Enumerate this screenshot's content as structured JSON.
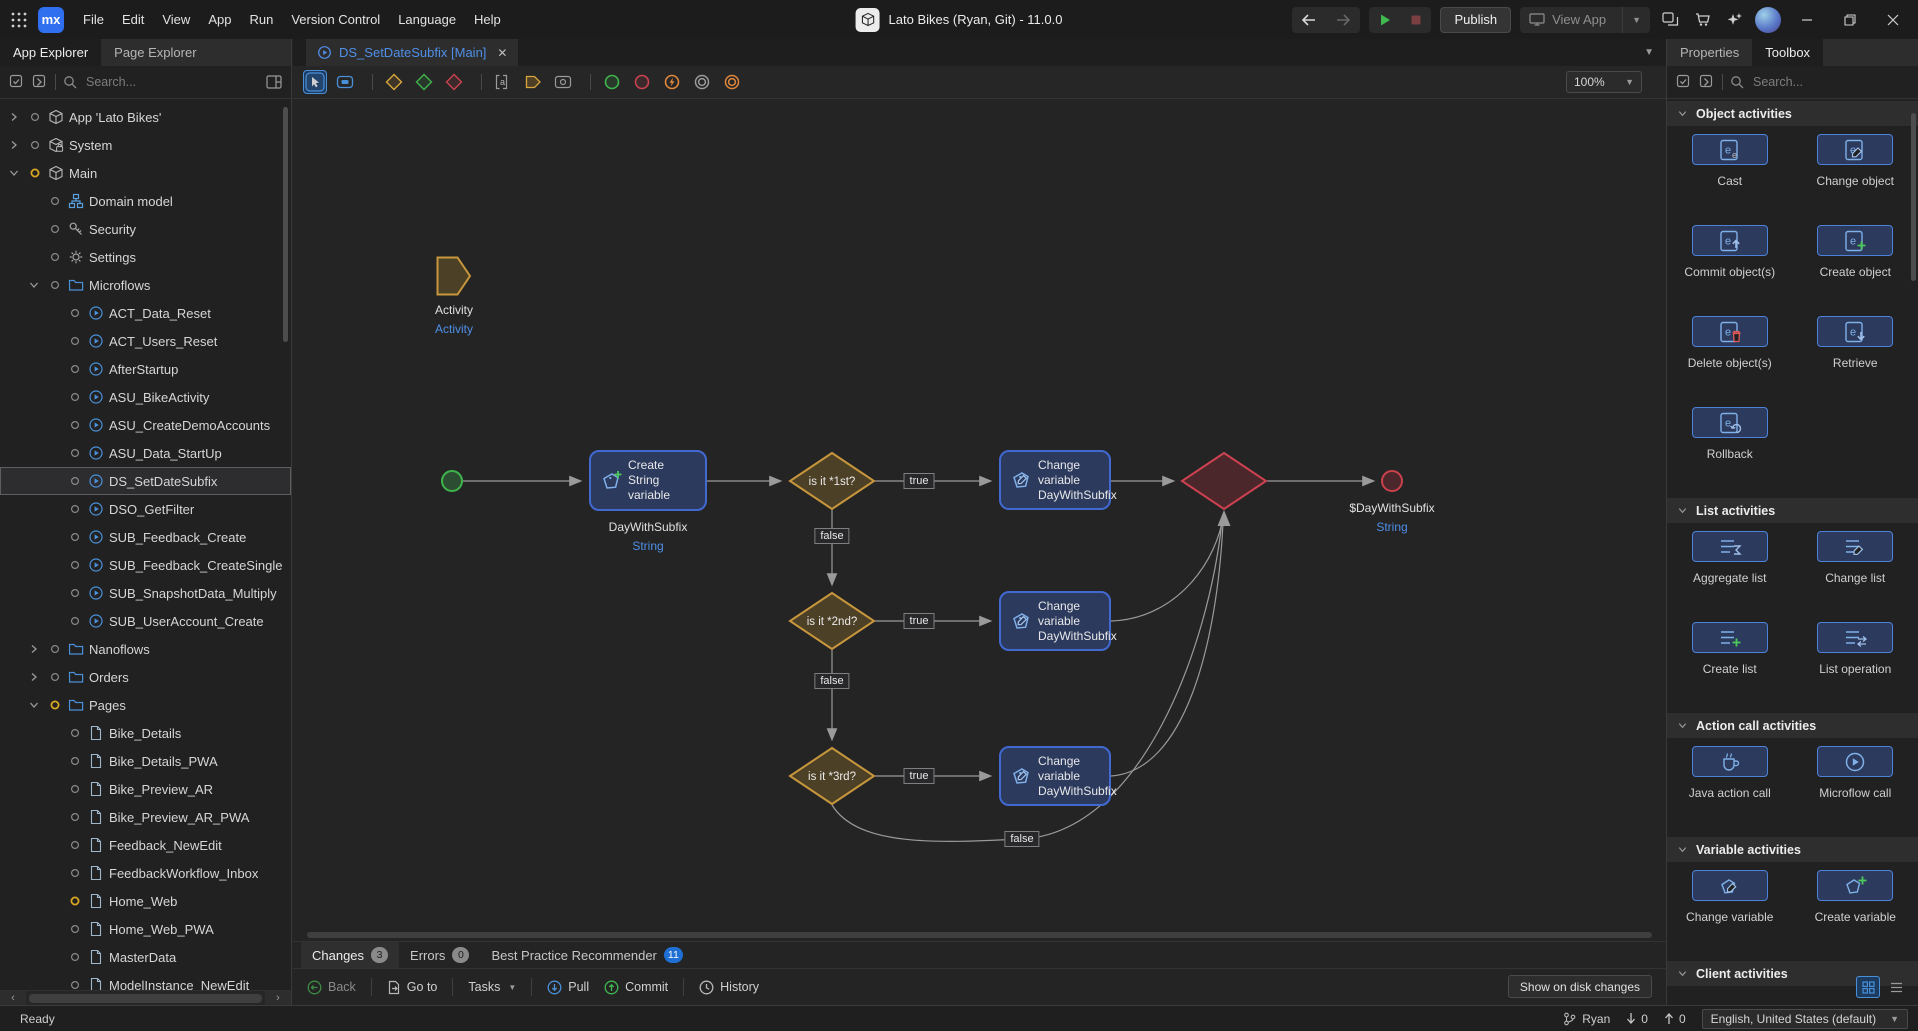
{
  "titlebar": {
    "menus": [
      "File",
      "Edit",
      "View",
      "App",
      "Run",
      "Version Control",
      "Language",
      "Help"
    ],
    "app_title": "Lato Bikes (Ryan, Git)  -  11.0.0",
    "publish_label": "Publish",
    "view_app_label": "View App"
  },
  "explorer": {
    "tabs": [
      {
        "label": "App Explorer",
        "active": true
      },
      {
        "label": "Page Explorer",
        "active": false
      }
    ],
    "search_placeholder": "Search...",
    "tree": [
      {
        "label": "App 'Lato Bikes'",
        "level": 0,
        "chevron": "collapsed",
        "icon": "app",
        "dot": "normal"
      },
      {
        "label": "System",
        "level": 0,
        "chevron": "collapsed",
        "icon": "system",
        "dot": "normal"
      },
      {
        "label": "Main",
        "level": 0,
        "chevron": "expanded",
        "icon": "module",
        "dot": "modified"
      },
      {
        "label": "Domain model",
        "level": 1,
        "icon": "domain",
        "dot": "normal"
      },
      {
        "label": "Security",
        "level": 1,
        "icon": "security",
        "dot": "normal"
      },
      {
        "label": "Settings",
        "level": 1,
        "icon": "settings",
        "dot": "normal"
      },
      {
        "label": "Microflows",
        "level": 1,
        "chevron": "expanded",
        "icon": "folder",
        "dot": "normal"
      },
      {
        "label": "ACT_Data_Reset",
        "level": 2,
        "icon": "microflow",
        "dot": "normal"
      },
      {
        "label": "ACT_Users_Reset",
        "level": 2,
        "icon": "microflow",
        "dot": "normal"
      },
      {
        "label": "AfterStartup",
        "level": 2,
        "icon": "microflow",
        "dot": "normal"
      },
      {
        "label": "ASU_BikeActivity",
        "level": 2,
        "icon": "microflow",
        "dot": "normal"
      },
      {
        "label": "ASU_CreateDemoAccounts",
        "level": 2,
        "icon": "microflow",
        "dot": "normal"
      },
      {
        "label": "ASU_Data_StartUp",
        "level": 2,
        "icon": "microflow",
        "dot": "normal"
      },
      {
        "label": "DS_SetDateSubfix",
        "level": 2,
        "icon": "microflow",
        "dot": "normal",
        "selected": true
      },
      {
        "label": "DSO_GetFilter",
        "level": 2,
        "icon": "microflow",
        "dot": "normal"
      },
      {
        "label": "SUB_Feedback_Create",
        "level": 2,
        "icon": "microflow",
        "dot": "normal"
      },
      {
        "label": "SUB_Feedback_CreateSingle",
        "level": 2,
        "icon": "microflow",
        "dot": "normal"
      },
      {
        "label": "SUB_SnapshotData_Multiply",
        "level": 2,
        "icon": "microflow",
        "dot": "normal"
      },
      {
        "label": "SUB_UserAccount_Create",
        "level": 2,
        "icon": "microflow",
        "dot": "normal"
      },
      {
        "label": "Nanoflows",
        "level": 1,
        "chevron": "collapsed",
        "icon": "folder",
        "dot": "normal"
      },
      {
        "label": "Orders",
        "level": 1,
        "chevron": "collapsed",
        "icon": "folder",
        "dot": "normal"
      },
      {
        "label": "Pages",
        "level": 1,
        "chevron": "expanded",
        "icon": "folder",
        "dot": "modified"
      },
      {
        "label": "Bike_Details",
        "level": 2,
        "icon": "page",
        "dot": "normal"
      },
      {
        "label": "Bike_Details_PWA",
        "level": 2,
        "icon": "page",
        "dot": "normal"
      },
      {
        "label": "Bike_Preview_AR",
        "level": 2,
        "icon": "page",
        "dot": "normal"
      },
      {
        "label": "Bike_Preview_AR_PWA",
        "level": 2,
        "icon": "page",
        "dot": "normal"
      },
      {
        "label": "Feedback_NewEdit",
        "level": 2,
        "icon": "page",
        "dot": "normal"
      },
      {
        "label": "FeedbackWorkflow_Inbox",
        "level": 2,
        "icon": "page",
        "dot": "normal"
      },
      {
        "label": "Home_Web",
        "level": 2,
        "icon": "page",
        "dot": "modified"
      },
      {
        "label": "Home_Web_PWA",
        "level": 2,
        "icon": "page",
        "dot": "normal"
      },
      {
        "label": "MasterData",
        "level": 2,
        "icon": "page",
        "dot": "normal"
      },
      {
        "label": "ModelInstance_NewEdit",
        "level": 2,
        "icon": "page",
        "dot": "normal"
      }
    ]
  },
  "document": {
    "tab_label": "DS_SetDateSubfix [Main]",
    "zoom_level": "100%"
  },
  "canvas_toolbar": {
    "icons": [
      {
        "name": "select-tool-icon",
        "type": "select",
        "active": true
      },
      {
        "name": "activity-tool-icon",
        "type": "activity"
      },
      {
        "type": "sep"
      },
      {
        "name": "decision-tool-icon",
        "type": "diamond",
        "color": "#d9a63c"
      },
      {
        "name": "object-type-decision-tool-icon",
        "type": "diamond",
        "color": "#3eb54a"
      },
      {
        "name": "merge-tool-icon",
        "type": "diamond",
        "color": "#cc4250"
      },
      {
        "type": "sep"
      },
      {
        "name": "annotation-tool-icon",
        "type": "annotation"
      },
      {
        "name": "parameter-tool-icon",
        "type": "flag"
      },
      {
        "name": "loop-tool-icon",
        "type": "loop"
      },
      {
        "type": "sep"
      },
      {
        "name": "start-event-tool-icon",
        "type": "circle",
        "color": "#3eb54a"
      },
      {
        "name": "end-event-tool-icon",
        "type": "circle",
        "color": "#cc4250"
      },
      {
        "name": "error-event-tool-icon",
        "type": "circle-bolt",
        "color": "#e0873c"
      },
      {
        "name": "continue-event-tool-icon",
        "type": "double-circle",
        "color": "#9a9a9a"
      },
      {
        "name": "break-event-tool-icon",
        "type": "double-circle",
        "color": "#e0873c"
      }
    ]
  },
  "diagram": {
    "parameter": {
      "name": "Activity",
      "type": "Activity"
    },
    "create_activity": {
      "line1": "Create String",
      "line2": "variable",
      "caption": "DayWithSubfix",
      "caption_type": "String"
    },
    "decisions": [
      {
        "label": "is it *1st?"
      },
      {
        "label": "is it *2nd?"
      },
      {
        "label": "is it *3rd?"
      }
    ],
    "change_activities": [
      {
        "line1": "Change variable",
        "line2": "DayWithSubfix"
      },
      {
        "line1": "Change variable",
        "line2": "DayWithSubfix"
      },
      {
        "line1": "Change variable",
        "line2": "DayWithSubfix"
      }
    ],
    "true_label": "true",
    "false_label": "false",
    "end_event": {
      "caption": "$DayWithSubfix",
      "caption_type": "String"
    }
  },
  "toolbox": {
    "tabs": [
      {
        "label": "Properties",
        "active": false
      },
      {
        "label": "Toolbox",
        "active": true
      }
    ],
    "search_placeholder": "Search...",
    "sections": [
      {
        "title": "Object activities",
        "items": [
          {
            "label": "Cast",
            "icon": "doc-cast"
          },
          {
            "label": "Change object",
            "icon": "doc-edit"
          },
          {
            "label": "Commit object(s)",
            "icon": "doc-up"
          },
          {
            "label": "Create object",
            "icon": "doc-plus"
          },
          {
            "label": "Delete object(s)",
            "icon": "doc-delete"
          },
          {
            "label": "Retrieve",
            "icon": "doc-down"
          },
          {
            "label": "Rollback",
            "icon": "doc-undo"
          }
        ]
      },
      {
        "title": "List activities",
        "items": [
          {
            "label": "Aggregate list",
            "icon": "list-sum"
          },
          {
            "label": "Change list",
            "icon": "list-edit"
          },
          {
            "label": "Create list",
            "icon": "list-plus"
          },
          {
            "label": "List operation",
            "icon": "list-op"
          }
        ]
      },
      {
        "title": "Action call activities",
        "items": [
          {
            "label": "Java action call",
            "icon": "java-cup"
          },
          {
            "label": "Microflow call",
            "icon": "circle-play"
          }
        ]
      },
      {
        "title": "Variable activities",
        "items": [
          {
            "label": "Change variable",
            "icon": "tag-edit"
          },
          {
            "label": "Create variable",
            "icon": "tag-plus"
          }
        ]
      },
      {
        "title": "Client activities",
        "items": []
      }
    ]
  },
  "bottom_panel": {
    "tabs": [
      {
        "label": "Changes",
        "badge": "3",
        "badge_color": "gray",
        "active": true
      },
      {
        "label": "Errors",
        "badge": "0",
        "badge_color": "gray"
      },
      {
        "label": "Best Practice Recommender",
        "badge": "11",
        "badge_color": "blue"
      }
    ],
    "actions": [
      {
        "label": "Back",
        "icon": "back",
        "dim": true
      },
      {
        "sep": true
      },
      {
        "label": "Go to",
        "icon": "goto"
      },
      {
        "sep": true
      },
      {
        "label": "Tasks",
        "icon": "none",
        "caret": true
      },
      {
        "sep": true
      },
      {
        "label": "Pull",
        "icon": "pull"
      },
      {
        "label": "Commit",
        "icon": "commit"
      },
      {
        "sep": true
      },
      {
        "label": "History",
        "icon": "history"
      }
    ],
    "disk_button_label": "Show on disk changes"
  },
  "statusbar": {
    "ready": "Ready",
    "user": "Ryan",
    "incoming_count": "0",
    "outgoing_count": "0",
    "language": "English, United States (default)"
  },
  "colors": {
    "accent": "#4a90d9",
    "activity_fill": "#2c3a5e",
    "activity_border": "#4169d0",
    "decision_fill": "#4c4026",
    "decision_border": "#c8963c",
    "merge_fill": "#4b262b",
    "merge_border": "#cc4250",
    "start_event": "#3eb54a",
    "end_event": "#c8414d",
    "type_text": "#4f8fe8",
    "wire": "#9a9a9a"
  }
}
